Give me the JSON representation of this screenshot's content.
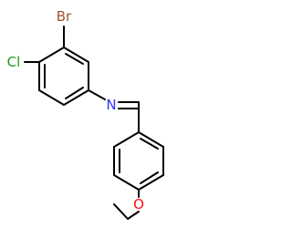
{
  "molecule": {
    "atoms": {
      "br": {
        "label": "Br",
        "color": "#a0522d"
      },
      "cl": {
        "label": "Cl",
        "color": "#1f9e1f"
      },
      "n": {
        "label": "N",
        "color": "#3030ff"
      },
      "o": {
        "label": "O",
        "color": "#ff0d0d"
      }
    },
    "bond_color": "#000000"
  }
}
